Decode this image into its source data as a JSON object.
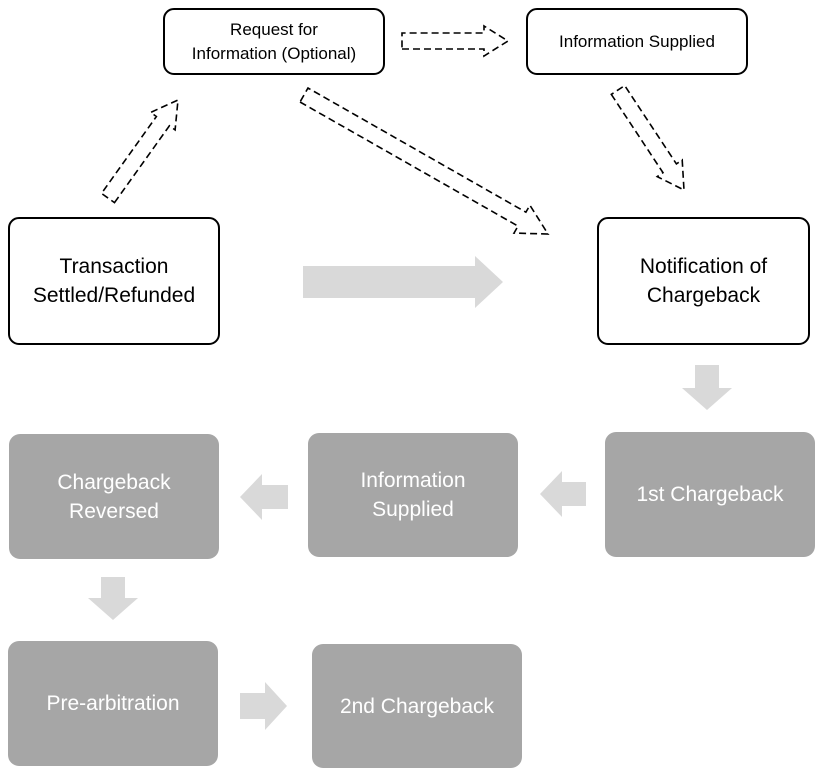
{
  "nodes": {
    "request_info": "Request for\nInformation (Optional)",
    "info_supplied_top": "Information Supplied",
    "transaction": "Transaction\nSettled/Refunded",
    "notification": "Notification of\nChargeback",
    "first_chargeback": "1st Chargeback",
    "info_supplied": "Information\nSupplied",
    "chargeback_reversed": "Chargeback\nReversed",
    "pre_arbitration": "Pre-arbitration",
    "second_chargeback": "2nd Chargeback"
  },
  "colors": {
    "dark_box": "#a6a6a6",
    "arrow_fill": "#d9d9d9",
    "outline": "#000000",
    "text_dark": "#000000",
    "text_light": "#ffffff"
  },
  "edges": [
    {
      "from": "transaction",
      "to": "request_info",
      "style": "dashed"
    },
    {
      "from": "request_info",
      "to": "info_supplied_top",
      "style": "dashed"
    },
    {
      "from": "request_info",
      "to": "notification",
      "style": "dashed"
    },
    {
      "from": "info_supplied_top",
      "to": "notification",
      "style": "dashed"
    },
    {
      "from": "transaction",
      "to": "notification",
      "style": "solid"
    },
    {
      "from": "notification",
      "to": "first_chargeback",
      "style": "solid"
    },
    {
      "from": "first_chargeback",
      "to": "info_supplied",
      "style": "solid"
    },
    {
      "from": "info_supplied",
      "to": "chargeback_reversed",
      "style": "solid"
    },
    {
      "from": "chargeback_reversed",
      "to": "pre_arbitration",
      "style": "solid"
    },
    {
      "from": "pre_arbitration",
      "to": "second_chargeback",
      "style": "solid"
    }
  ]
}
